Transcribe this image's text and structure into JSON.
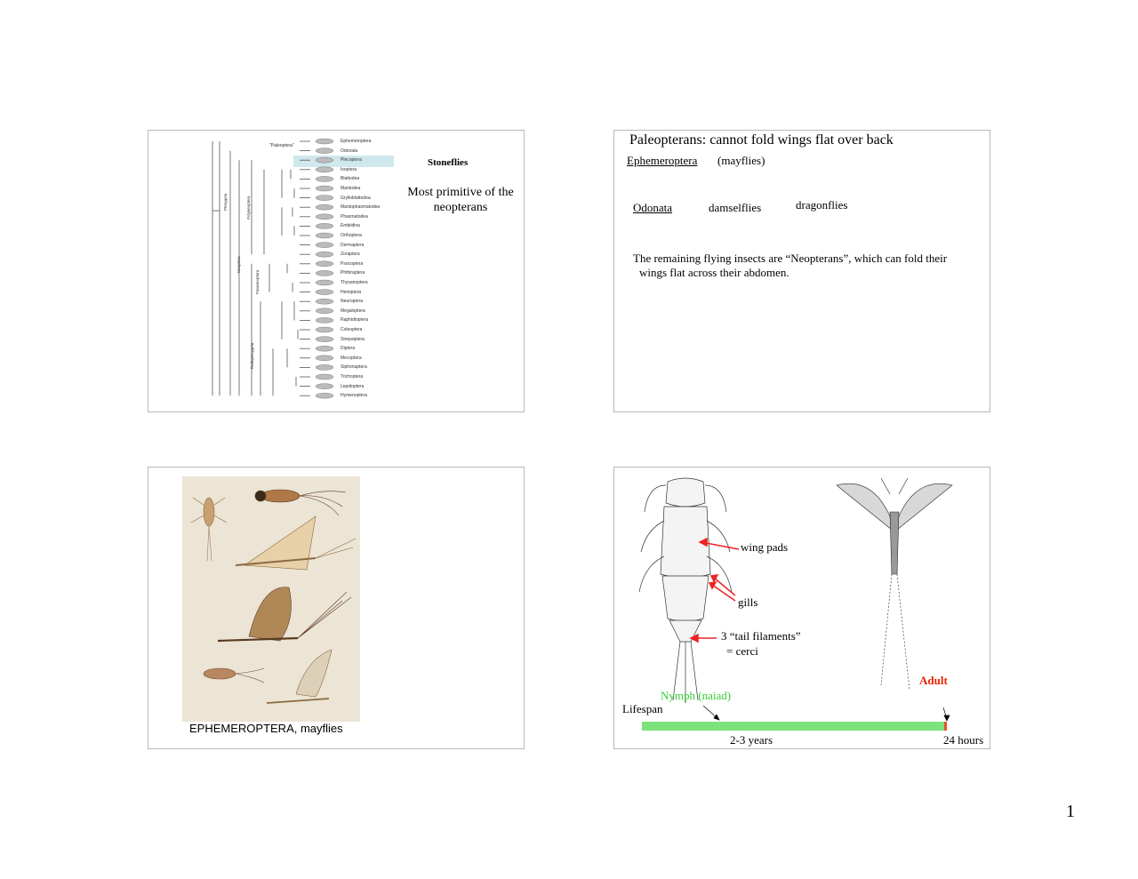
{
  "slide1": {
    "paleoptera_label": "\"Paleoptera\"",
    "taxa": [
      "Ephemeroptera",
      "Odonata",
      "Plecoptera",
      "Isoptera",
      "Blattodea",
      "Mantodea",
      "Grylloblattodea",
      "Mantophasmatodea",
      "Phasmatodea",
      "Embiidina",
      "Orthoptera",
      "Dermaptera",
      "Zoraptera",
      "Psocoptera",
      "Phthiraptera",
      "Thysanoptera",
      "Hemiptera",
      "Neuroptera",
      "Megaloptera",
      "Raphidioptera",
      "Coleoptera",
      "Strepsiptera",
      "Diptera",
      "Mecoptera",
      "Siphonaptera",
      "Trichoptera",
      "Lepidoptera",
      "Hymenoptera"
    ],
    "clade_labels": [
      "Pterygota",
      "Neoptera",
      "Polyneoptera",
      "Paraneoptera",
      "Endopterygota"
    ],
    "stoneflies": "Stoneflies",
    "note": "Most primitive of the neopterans",
    "highlight_color": "#cfe8ee"
  },
  "slide2": {
    "title": "Paleopterans:  cannot fold wings flat over back",
    "ephemeroptera": "Ephemeroptera",
    "mayflies": "(mayflies)",
    "odonata": "Odonata",
    "damselflies": "damselflies",
    "dragonflies": "dragonflies",
    "remaining_line1": "The remaining flying insects are “Neopterans”, which can fold their",
    "remaining_line2": "wings flat across their abdomen."
  },
  "slide3": {
    "caption": "EPHEMEROPTERA, mayflies"
  },
  "slide4": {
    "wing_pads": "wing pads",
    "gills": "gills",
    "tail_line1": "3 “tail filaments”",
    "tail_line2": "= cerci",
    "adult": "Adult",
    "nymph": "Nymph (naiad)",
    "lifespan": "Lifespan",
    "years": "2-3 years",
    "hours": "24 hours",
    "nymph_color": "#33cc33",
    "adult_color": "#ee2200",
    "nymph_span": "2-3 years",
    "adult_span": "24 hours"
  },
  "page_number": "1"
}
